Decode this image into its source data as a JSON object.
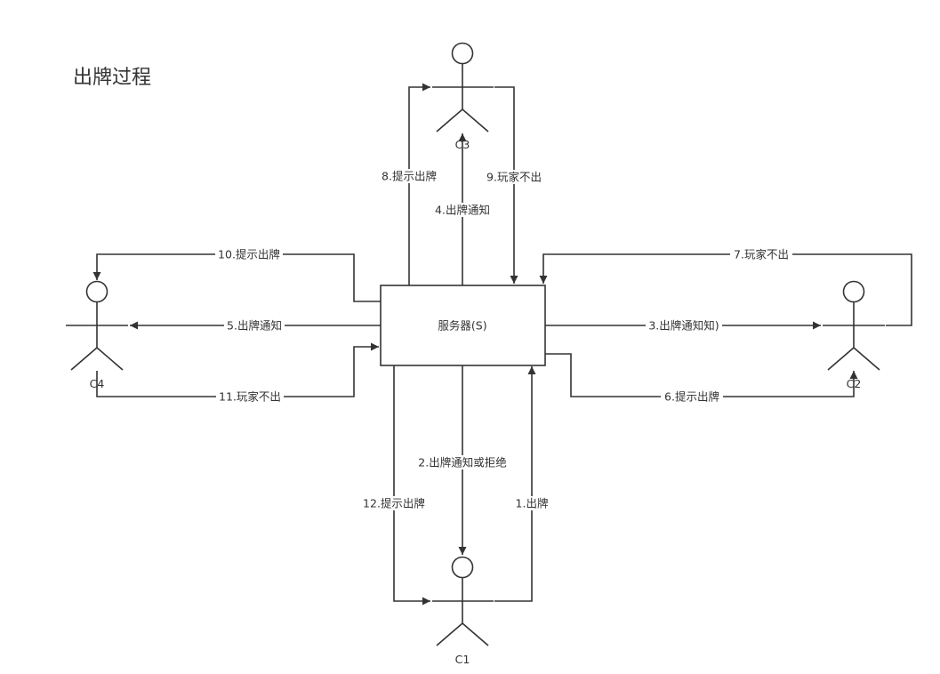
{
  "title": "出牌过程",
  "server": {
    "label": "服务器(S)"
  },
  "actors": {
    "c1": "C1",
    "c2": "C2",
    "c3": "C3",
    "c4": "C4"
  },
  "edges": {
    "e1": "1.出牌",
    "e2": "2.出牌通知或拒绝",
    "e3": "3.出牌通知知)",
    "e4": "4.出牌通知",
    "e5": "5.出牌通知",
    "e6": "6.提示出牌",
    "e7": "7.玩家不出",
    "e8": "8.提示出牌",
    "e9": "9.玩家不出",
    "e10": "10.提示出牌",
    "e11": "11.玩家不出",
    "e12": "12.提示出牌"
  },
  "colors": {
    "stroke": "#333333",
    "background": "#ffffff"
  }
}
